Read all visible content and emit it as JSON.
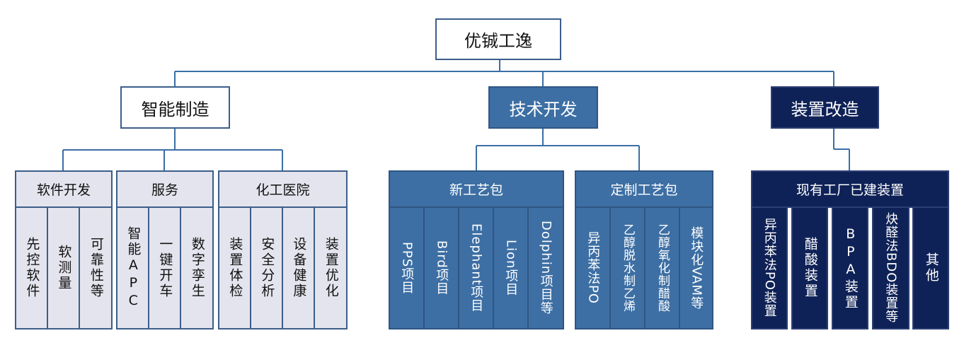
{
  "root": "优铖工逸",
  "branches": [
    {
      "label": "智能制造",
      "groups": [
        {
          "label": "软件开发",
          "items": [
            "先控软件",
            "软测量",
            "可靠性等"
          ]
        },
        {
          "label": "服务",
          "items": [
            "智能APC",
            "一键开车",
            "数字孪生"
          ]
        },
        {
          "label": "化工医院",
          "items": [
            "装置体检",
            "安全分析",
            "设备健康",
            "装置优化"
          ]
        }
      ]
    },
    {
      "label": "技术开发",
      "groups": [
        {
          "label": "新工艺包",
          "items": [
            "PPS项目",
            "Bird项目",
            "Elephant项目",
            "Lion项目",
            "Dolphin项目等"
          ]
        },
        {
          "label": "定制工艺包",
          "items": [
            "异丙苯法PO",
            "乙醇脱水制乙烯",
            "乙醇氧化制醋酸",
            "模块化VAM等"
          ]
        }
      ]
    },
    {
      "label": "装置改造",
      "groups": [
        {
          "label": "现有工厂已建装置",
          "items": [
            "异丙苯法PO装置",
            "醋酸装置",
            "BPA装置",
            "炔醛法BDO装置等",
            "其他"
          ]
        }
      ]
    }
  ]
}
